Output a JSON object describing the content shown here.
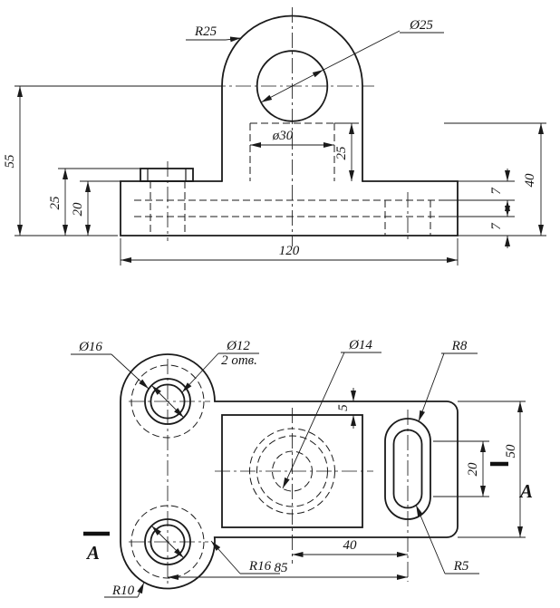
{
  "meta": {
    "ink_color": "#1a1a1a",
    "background_color": "#ffffff"
  },
  "front": {
    "r25": "R25",
    "d25": "Ø25",
    "d30": "ø30",
    "h55": "55",
    "h25": "25",
    "h20": "20",
    "depth25": "25",
    "h40": "40",
    "t7a": "7",
    "t7b": "7",
    "w120": "120"
  },
  "plan": {
    "d16": "Ø16",
    "d12": "Ø12",
    "d12_note": "2 отв.",
    "d14": "Ø14",
    "r8": "R8",
    "gap5": "5",
    "slot20": "20",
    "h50": "50",
    "off40": "40",
    "off85": "85",
    "r16": "R16",
    "r10": "R10",
    "r5": "R5",
    "section": "A"
  }
}
